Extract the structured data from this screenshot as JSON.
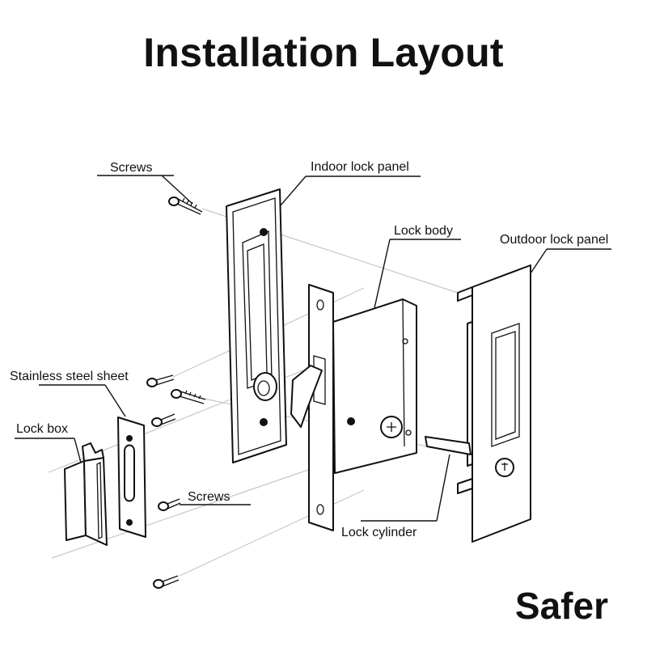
{
  "title": "Installation Layout",
  "brand": "Safer",
  "labels": {
    "screws_top": "Screws",
    "indoor_panel": "Indoor lock panel",
    "lock_body": "Lock body",
    "outdoor_panel": "Outdoor lock panel",
    "steel_sheet": "Stainless steel sheet",
    "lock_box": "Lock box",
    "screws_bottom": "Screws",
    "lock_cylinder": "Lock cylinder"
  }
}
